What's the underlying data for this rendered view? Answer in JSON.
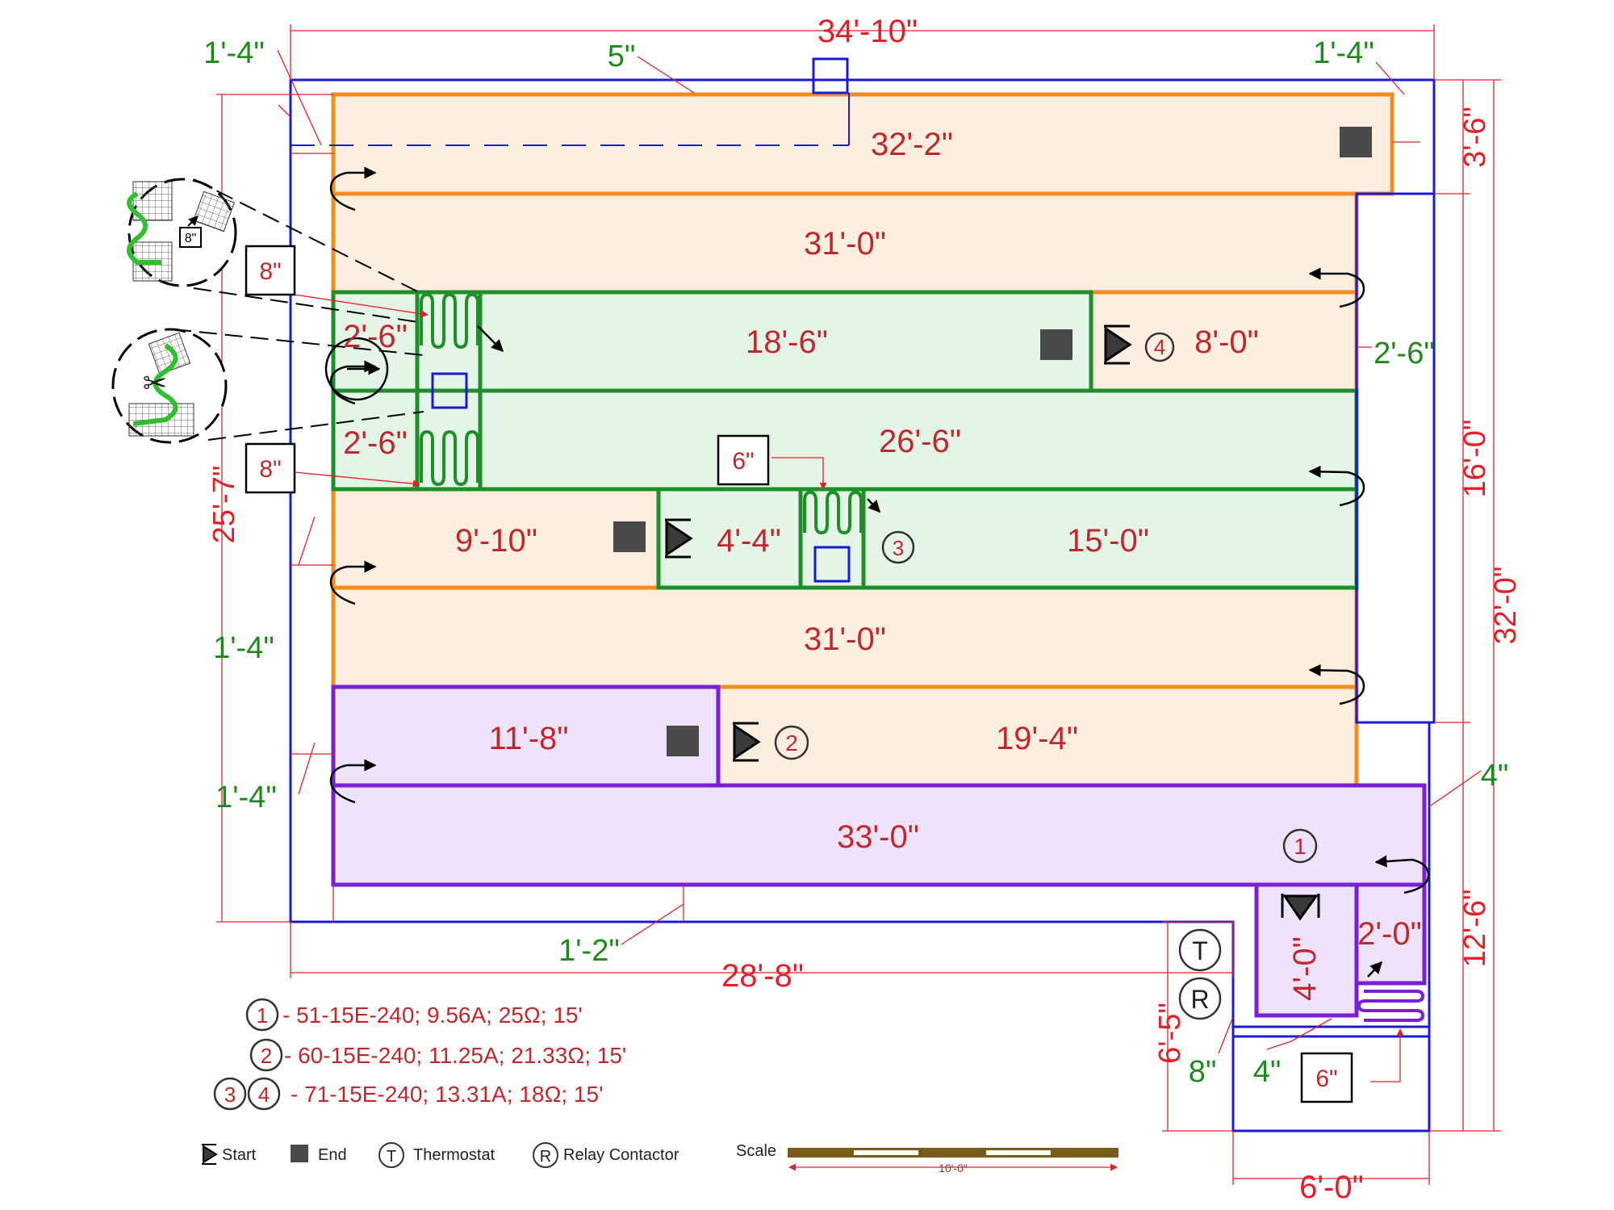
{
  "dimensions": {
    "top_total": "34'-10\"",
    "top_left_margin": "1'-4\"",
    "top_gap": "5\"",
    "top_right_margin": "1'-4\"",
    "right_top": "3'-6\"",
    "right_mid": "16'-0\"",
    "right_total": "32'-0\"",
    "right_bottom": "12'-6\"",
    "left_height": "25'-7\"",
    "left_m1": "1'-4\"",
    "left_m2": "1'-4\"",
    "bottom_gap": "1'-2\"",
    "bottom_total": "28'-8\"",
    "green_2_6_right": "2'-6\"",
    "right_4": "4\"",
    "ext_6_5": "6'-5\"",
    "ext_8": "8\"",
    "ext_4": "4\"",
    "ext_6_0": "6'-0\"",
    "box_8_top": "8\"",
    "box_8_bottom": "8\"",
    "box_6_mid": "6\"",
    "box_6_bottom": "6\"",
    "mini_8": "8\""
  },
  "runs": {
    "r1": "32'-2\"",
    "r2": "31'-0\"",
    "r3": "18'-6\"",
    "r4": "8'-0\"",
    "r5": "2'-6\"",
    "r6": "2'-6\"",
    "r7": "26'-6\"",
    "r8": "9'-10\"",
    "r9": "4'-4\"",
    "r10": "15'-0\"",
    "r11": "31'-0\"",
    "r12": "11'-8\"",
    "r13": "19'-4\"",
    "r14": "33'-0\"",
    "r15": "4'-0\"",
    "r16": "2'-0\""
  },
  "markers": {
    "c1": "1",
    "c2": "2",
    "c3": "3",
    "c4": "4",
    "thermostat": "T",
    "relay": "R"
  },
  "legend": {
    "items": [
      {
        "ids": [
          "1"
        ],
        "text": "- 51-15E-240; 9.56A; 25Ω; 15'"
      },
      {
        "ids": [
          "2"
        ],
        "text": "- 60-15E-240; 11.25A; 21.33Ω; 15'"
      },
      {
        "ids": [
          "3",
          "4"
        ],
        "text": "- 71-15E-240; 13.31A; 18Ω; 15'"
      }
    ],
    "start_label": "Start",
    "end_label": "End",
    "thermostat_label": "Thermostat",
    "relay_label": "Relay Contactor",
    "scale_label": "Scale",
    "scale_value": "10'-0\""
  },
  "colors": {
    "wall": "#1a1ad6",
    "orange": "#f28c1e",
    "orange_fill": "#fdeee0",
    "green": "#1f8f2a",
    "green_fill": "#e4f4e6",
    "purple": "#7a1fd6",
    "purple_fill": "#efe3fb",
    "dim_red": "#e3202a",
    "dim_green": "#1e8a1e",
    "run_text": "#c0282d"
  }
}
